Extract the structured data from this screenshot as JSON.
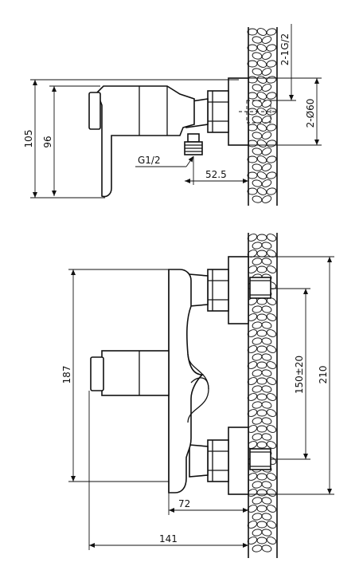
{
  "dimensions": {
    "side_overall_height": "105",
    "side_handle_height": "96",
    "inlet_thread": "G1/2",
    "outlet_offset": "52.5",
    "connection_thread": "2-1G/2",
    "escutcheon_diameter": "2-Ø60",
    "front_body_height": "187",
    "center_distance": "150±20",
    "front_overall_height": "210",
    "body_depth": "72",
    "overall_projection": "141"
  }
}
